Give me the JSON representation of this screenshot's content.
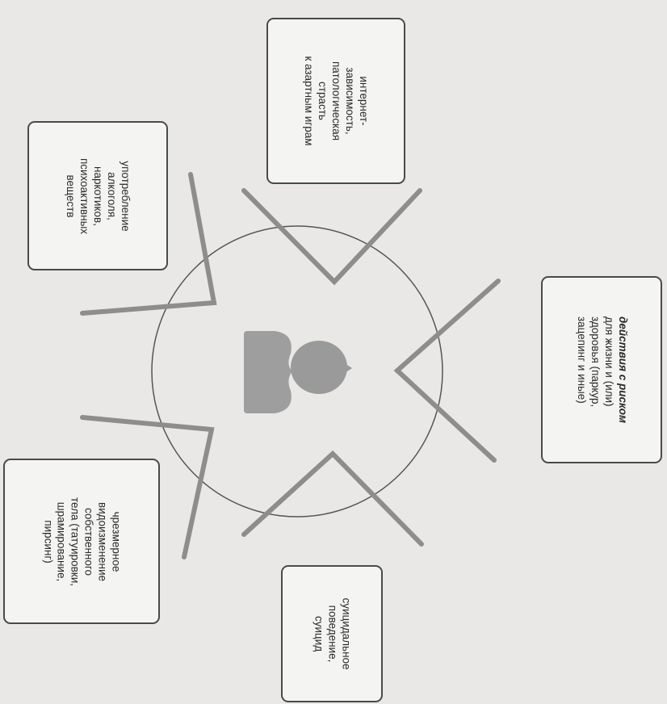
{
  "colors": {
    "background": "#e9e8e6",
    "box_fill": "#f4f4f2",
    "box_border": "#4a4a4a",
    "circle_stroke": "#555555",
    "arrow_stroke": "#8d8d8d",
    "figure_fill": "#9a9a9a"
  },
  "center": {
    "figure_icon": "person-head-shoulders-icon"
  },
  "boxes": {
    "internet": {
      "lines": [
        "интернет-",
        "зависимость,",
        "патологическая",
        "страсть",
        "к азартным играм"
      ]
    },
    "alcohol": {
      "lines": [
        "употребление",
        "алкоголя,",
        "наркотиков,",
        "психоактивных",
        "веществ"
      ]
    },
    "risk": {
      "lines": [
        "действия с риском",
        "для жизни и (или)",
        "здоровья (паркур,",
        "зацепинг и иные)"
      ]
    },
    "suicide": {
      "lines": [
        "суицидальное",
        "поведение,",
        "суицид"
      ]
    },
    "body": {
      "lines": [
        "чрезмерное",
        "видоизменение",
        "собственного",
        "тела (татуировки,",
        "шрамирование,",
        "пирсинг)"
      ]
    }
  }
}
